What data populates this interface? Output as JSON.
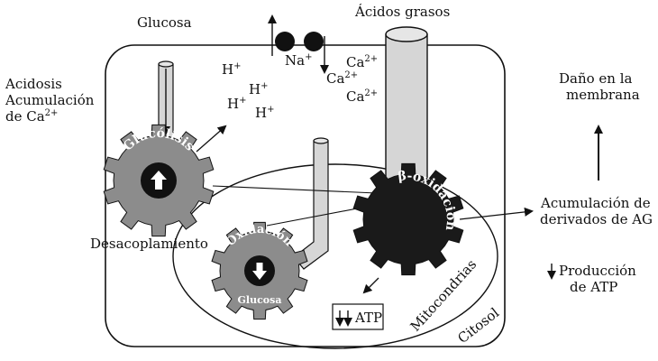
{
  "labels": {
    "glucosa": "Glucosa",
    "acidos_grasos": "Ácidos grasos",
    "acidosis_1": "Acidosis",
    "acumulacion_1": "Acumulación",
    "ca_prefix": "de Ca",
    "ca_sup": "2+",
    "na": "Na",
    "na_sup": "+",
    "ca_ion": "Ca",
    "ca_ion_sup": "2+",
    "h_ion": "H",
    "h_ion_sup": "+",
    "dano_1": "Daño en la",
    "dano_2": "membrana",
    "glucolisis": "Glucólisis",
    "beta_oxidacion": "β-oxidación",
    "oxidacion": "Oxidación",
    "glucosa_gear": "Glucosa",
    "desacoplamiento": "Desacoplamiento",
    "acum_deriv_1": "Acumulación de",
    "acum_deriv_2": "derivados de AG",
    "produccion_1": "Producción",
    "produccion_2": "de ATP",
    "atp": "ATP",
    "mitocondrias": "Mitocondrias",
    "citosol": "Citosol"
  },
  "colors": {
    "gear_gray": "#8c8c8c",
    "gear_black": "#1a1a1a",
    "tube_fill": "#d6d6d6",
    "ion_dot": "#111111",
    "stroke": "#111111"
  }
}
